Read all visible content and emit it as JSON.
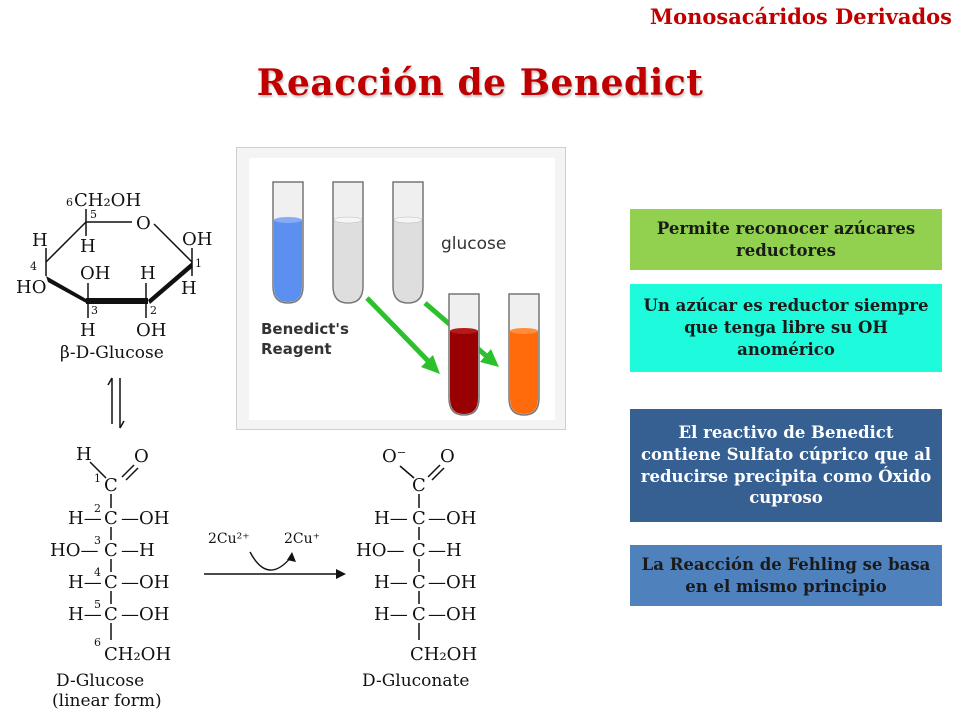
{
  "header": {
    "category": "Monosacáridos Derivados"
  },
  "page": {
    "title": "Reacción de Benedict"
  },
  "info_boxes": [
    {
      "text": "Permite reconocer azúcares reductores",
      "color": "#92d050"
    },
    {
      "text": "Un azúcar es reductor siempre que tenga libre su OH anomérico",
      "color": "#1efadc"
    },
    {
      "text": "El reactivo de Benedict contiene Sulfato cúprico que al reducirse precipita como Óxido cuproso",
      "color": "#366092"
    },
    {
      "text": "La Reacción de Fehling se basa en el mismo principio",
      "color": "#4f81bd"
    }
  ],
  "photo": {
    "glucose_label": "glucose",
    "reagent_label_1": "Benedict's",
    "reagent_label_2": "Reagent"
  },
  "beta_glucose": {
    "c6": "CH₂OH",
    "c6_num": "6",
    "num5": "5",
    "ring_o": "O",
    "h_top": "H",
    "h_left": "H",
    "oh_right": "OH",
    "num4": "4",
    "num1": "1",
    "oh_in": "OH",
    "h_in": "H",
    "ho_left": "HO",
    "h_right": "H",
    "num3": "3",
    "num2": "2",
    "h_bottom": "H",
    "oh_bottom": "OH",
    "caption": "β-D-Glucose"
  },
  "linear_glucose": {
    "rows": [
      {
        "left": "H—",
        "num": "2",
        "center": "C",
        "right": "—OH"
      },
      {
        "left": "HO—",
        "num": "3",
        "center": "C",
        "right": "—H"
      },
      {
        "left": "H—",
        "num": "4",
        "center": "C",
        "right": "—OH"
      },
      {
        "left": "H—",
        "num": "5",
        "center": "C",
        "right": "—OH"
      }
    ],
    "top_h": "H",
    "top_o": "O",
    "c1": "C",
    "c1_num": "1",
    "c6": "CH₂OH",
    "c6_num": "6",
    "caption1": "D-Glucose",
    "caption2": "(linear form)"
  },
  "reaction": {
    "reactant": "2Cu²⁺",
    "product": "2Cu⁺"
  },
  "gluconate": {
    "rows": [
      {
        "left": "H—",
        "center": "C",
        "right": "—OH"
      },
      {
        "left": "HO—",
        "center": "C",
        "right": "—H"
      },
      {
        "left": "H—",
        "center": "C",
        "right": "—OH"
      },
      {
        "left": "H—",
        "center": "C",
        "right": "—OH"
      }
    ],
    "top_ominus": "O⁻",
    "top_o": "O",
    "c1": "C",
    "c6": "CH₂OH",
    "caption": "D-Gluconate"
  }
}
